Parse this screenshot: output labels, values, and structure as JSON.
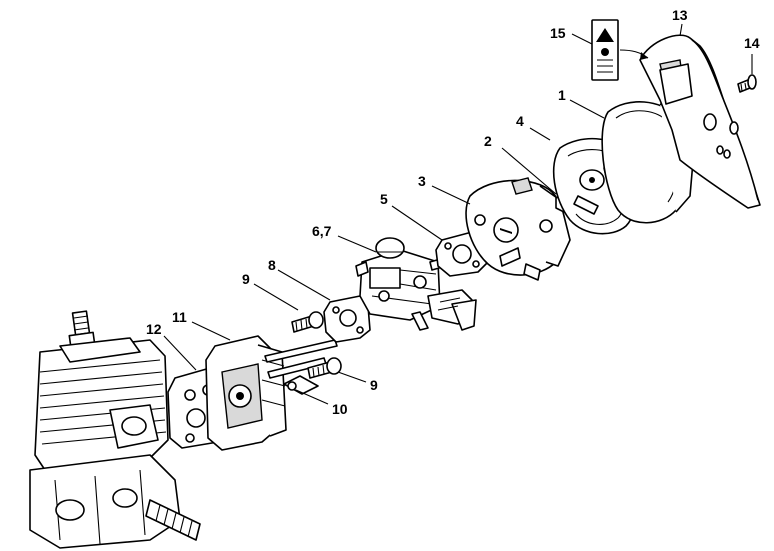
{
  "callouts": {
    "c1": "1",
    "c2": "2",
    "c3": "3",
    "c4": "4",
    "c5": "5",
    "c67": "6,7",
    "c8": "8",
    "c9a": "9",
    "c9b": "9",
    "c10": "10",
    "c11": "11",
    "c12": "12",
    "c13": "13",
    "c14": "14",
    "c15": "15"
  },
  "colors": {
    "line": "#000000",
    "background": "#ffffff",
    "shade": "#d9d9d9"
  }
}
